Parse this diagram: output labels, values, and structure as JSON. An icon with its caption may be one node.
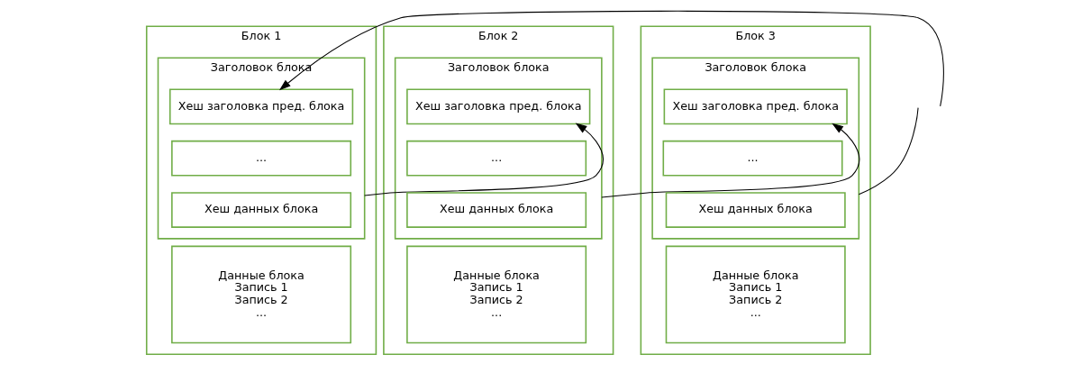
{
  "diagram": {
    "nodes": [
      {
        "text": [
          "Блок 1"
        ]
      },
      {
        "text": [
          "Заголовок блока"
        ],
        "in": 0
      },
      {
        "text": [
          "Хеш заголовка пред. блока"
        ],
        "in": 1
      },
      {
        "text": [
          "..."
        ],
        "in": 1
      },
      {
        "text": [
          "Хеш данных блока"
        ],
        "in": 1
      },
      {
        "text": [
          "Данные блока",
          "Запись 1",
          "Запись 2",
          "..."
        ],
        "in": 0
      },
      {
        "text": [
          "Блок 2"
        ]
      },
      {
        "text": [
          "Заголовок блока"
        ],
        "in": 6
      },
      {
        "text": [
          "Хеш заголовка пред. блока"
        ],
        "in": 7
      },
      {
        "text": [
          "..."
        ],
        "in": 7
      },
      {
        "text": [
          "Хеш данных блока"
        ],
        "in": 7
      },
      {
        "text": [
          "Данные блока",
          "Запись 1",
          "Запись 2",
          "..."
        ],
        "in": 6
      },
      {
        "text": [
          "Блок 3"
        ]
      },
      {
        "text": [
          "Заголовок блока"
        ],
        "in": 12
      },
      {
        "text": [
          "Хеш заголовка пред. блока"
        ],
        "in": 13
      },
      {
        "text": [
          "..."
        ],
        "in": 13
      },
      {
        "text": [
          "Хеш данных блока"
        ],
        "in": 13
      },
      {
        "text": [
          "Данные блока",
          "Запись 1",
          "Запись 2",
          "..."
        ],
        "in": 12
      }
    ],
    "edges": [
      {
        "from": null,
        "to": 2,
        "arrow": "to"
      },
      {
        "from": 1,
        "to": 8,
        "arrow": "to"
      },
      {
        "from": 7,
        "to": 14,
        "arrow": "to"
      },
      {
        "from": 13,
        "to": null,
        "arrow": "none"
      }
    ]
  }
}
